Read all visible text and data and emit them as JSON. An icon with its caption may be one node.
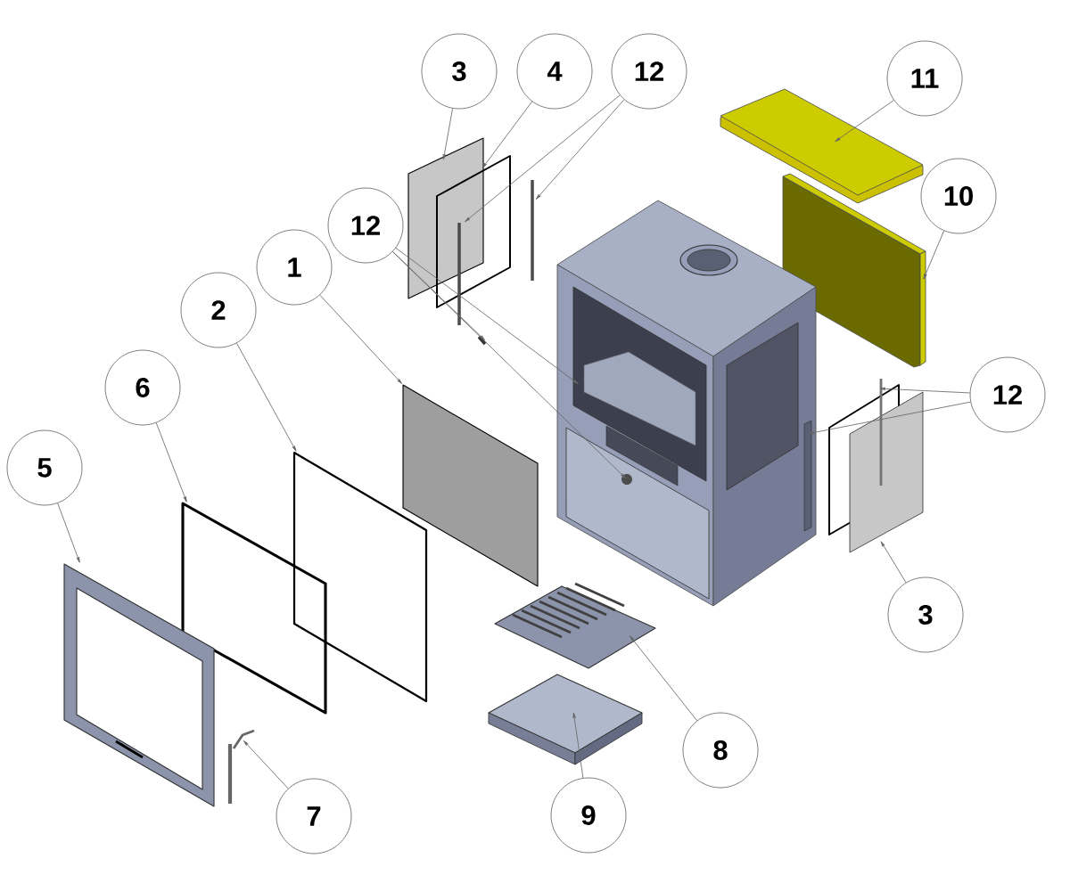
{
  "diagram": {
    "nodes": [
      {
        "text": [
          "3"
        ]
      },
      {
        "text": [
          "4"
        ]
      },
      {
        "text": [
          "12"
        ]
      },
      {
        "text": [
          "11"
        ]
      },
      {
        "text": [
          "10"
        ]
      },
      {
        "text": [
          "12"
        ]
      },
      {
        "text": [
          "1"
        ]
      },
      {
        "text": [
          "2"
        ]
      },
      {
        "text": [
          "6"
        ]
      },
      {
        "text": [
          "12"
        ]
      },
      {
        "text": [
          "5"
        ]
      },
      {
        "text": [
          "3"
        ]
      },
      {
        "text": [
          "8"
        ]
      },
      {
        "text": [
          "7"
        ]
      },
      {
        "text": [
          "9"
        ]
      }
    ],
    "edges": [
      {
        "from": 0,
        "to": null,
        "arrow": "to"
      },
      {
        "from": 1,
        "to": null,
        "arrow": "to"
      },
      {
        "from": 2,
        "to": null,
        "arrow": "to"
      },
      {
        "from": 2,
        "to": null,
        "arrow": "to"
      },
      {
        "from": 3,
        "to": null,
        "arrow": "to"
      },
      {
        "from": 4,
        "to": null,
        "arrow": "to"
      },
      {
        "from": 5,
        "to": null,
        "arrow": "to"
      },
      {
        "from": 5,
        "to": null,
        "arrow": "to"
      },
      {
        "from": 5,
        "to": null,
        "arrow": "to"
      },
      {
        "from": 6,
        "to": null,
        "arrow": "to"
      },
      {
        "from": 7,
        "to": null,
        "arrow": "to"
      },
      {
        "from": 8,
        "to": null,
        "arrow": "to"
      },
      {
        "from": 9,
        "to": null,
        "arrow": "to"
      },
      {
        "from": 9,
        "to": null,
        "arrow": "to"
      },
      {
        "from": 10,
        "to": null,
        "arrow": "to"
      },
      {
        "from": 11,
        "to": null,
        "arrow": "to"
      },
      {
        "from": 12,
        "to": null,
        "arrow": "to"
      },
      {
        "from": 13,
        "to": null,
        "arrow": "to"
      },
      {
        "from": 14,
        "to": null,
        "arrow": "to"
      }
    ]
  }
}
